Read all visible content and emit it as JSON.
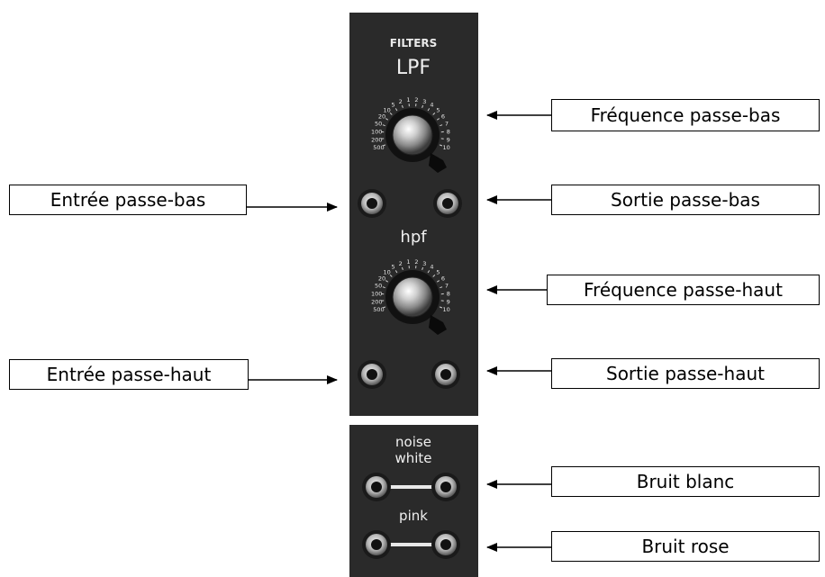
{
  "module": {
    "title": "FILTERS",
    "lpf_label": "LPF",
    "hpf_label": "hpf",
    "noise_label_1": "noise",
    "noise_label_2": "white",
    "pink_label": "pink",
    "panel_color": "#2a2a2a",
    "knob_scale_left": [
      "500",
      "200",
      "100",
      "50",
      "20",
      "10",
      "5",
      "2"
    ],
    "knob_scale_right": [
      "1",
      "2",
      "3",
      "4",
      "5",
      "6",
      "7",
      "8",
      "9",
      "10"
    ]
  },
  "labels": {
    "freq_lowpass": "Fréquence passe-bas",
    "input_lowpass": "Entrée passe-bas",
    "output_lowpass": "Sortie passe-bas",
    "freq_highpass": "Fréquence passe-haut",
    "input_highpass": "Entrée passe-haut",
    "output_highpass": "Sortie passe-haut",
    "white_noise": "Bruit blanc",
    "pink_noise": "Bruit rose"
  }
}
